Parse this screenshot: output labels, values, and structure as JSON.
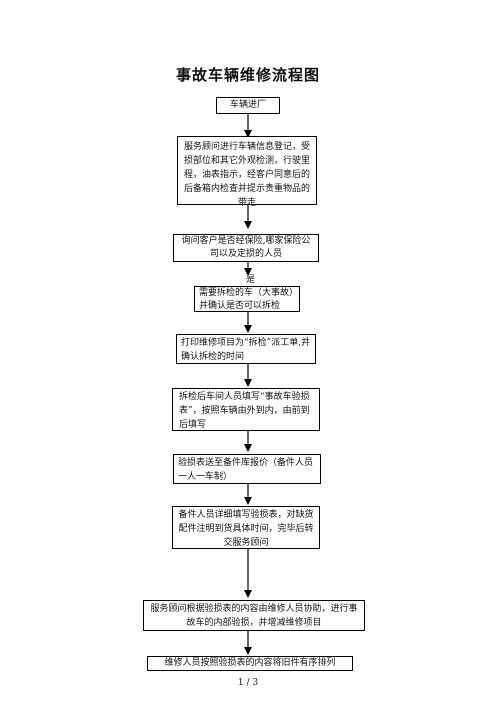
{
  "title": "事故车辆维修流程图",
  "steps": [
    "车辆进厂",
    "服务顾问进行车辆信息登记，受损部位和其它外观检测，行驶里程，油表指示，经客户同意后的后备箱内检查并提示贵重物品的带走",
    "询问客户是否经保险,哪家保险公司以及定损的人员",
    "需要拆检的车（大事故）并确认是否可以拆检",
    "打印维修项目为“拆检”派工单,并确认拆检的时间",
    "拆检后车间人员填写“事故车验损表”，按照车辆由外到内，由前到后填写",
    "验损表送至备件库报价（备件人员一人一车制）",
    "备件人员详细填写验损表，对缺货配件注明到货具体时间，完毕后转交服务顾问",
    "服务顾问根据验损表的内容由维修人员协助，进行事故车的内部验损，并增减维修项目",
    "维修人员按照验损表的内容将旧件有序排列"
  ],
  "yes_label": "是",
  "page_number": "1 / 3"
}
